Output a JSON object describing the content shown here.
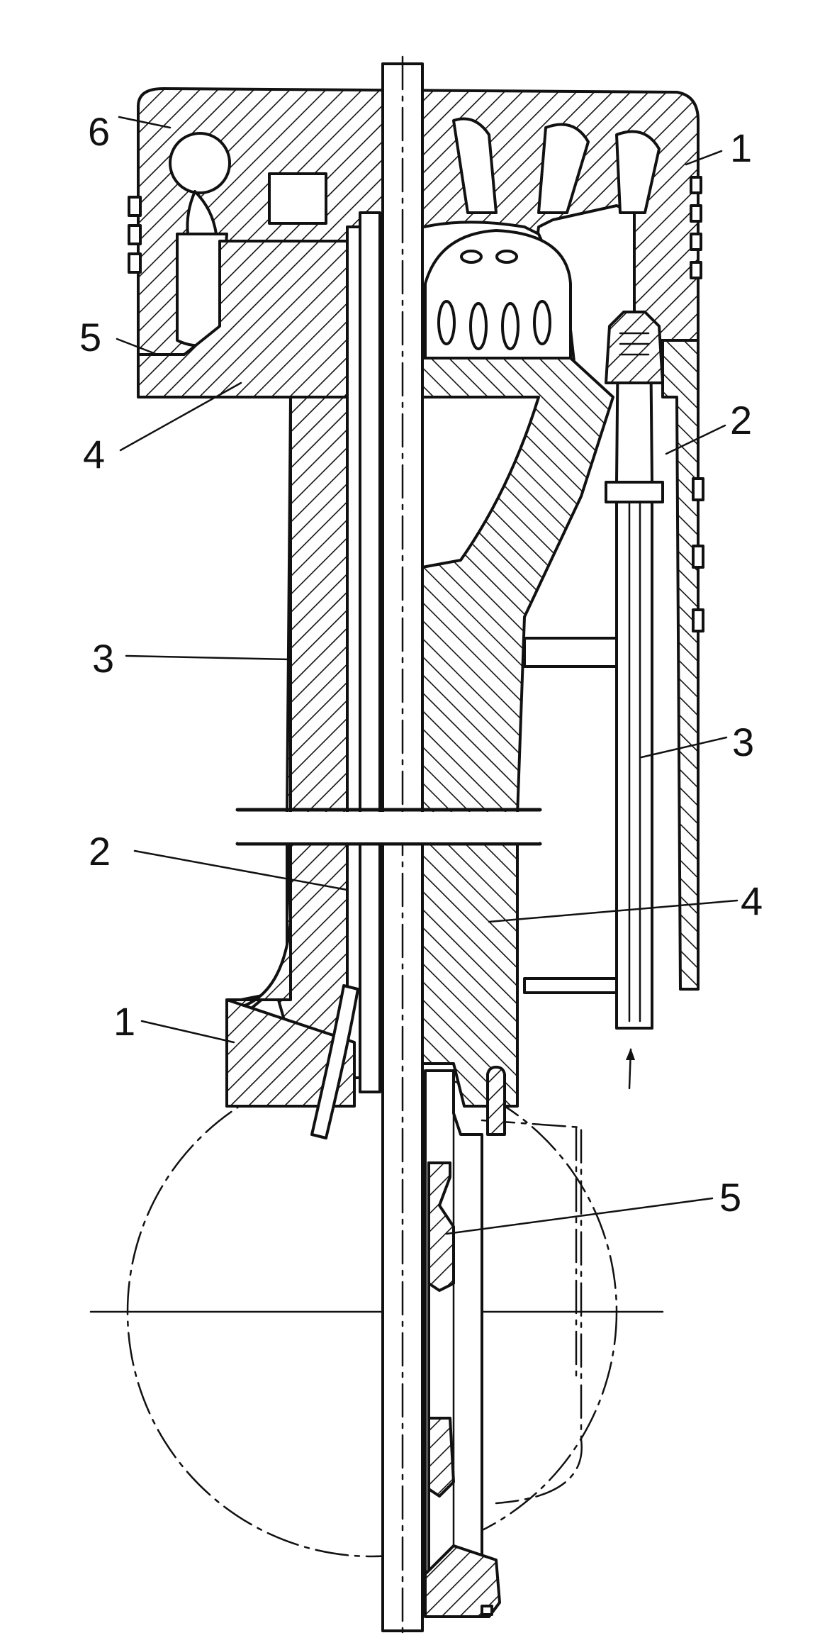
{
  "diagram": {
    "left_labels": [
      "6",
      "5",
      "4",
      "3",
      "2",
      "1"
    ],
    "right_labels": [
      "1",
      "2",
      "3",
      "4",
      "5"
    ]
  }
}
